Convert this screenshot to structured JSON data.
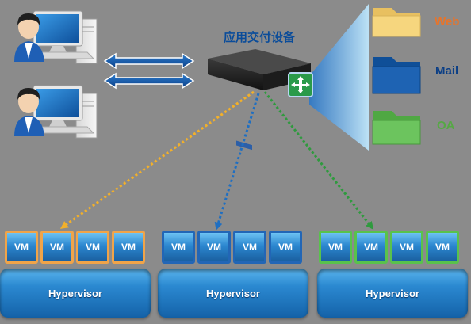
{
  "appliance": {
    "label": "应用交付设备",
    "icon": "network-cross-arrows-icon"
  },
  "services": [
    {
      "label": "Web",
      "color": "#e8742a",
      "folder_color": "#f4cf72"
    },
    {
      "label": "Mail",
      "color": "#0a3e86",
      "folder_color": "#1a5fae"
    },
    {
      "label": "OA",
      "color": "#56a845",
      "folder_color": "#6ac25a"
    }
  ],
  "clusters": [
    {
      "name": "cluster-orange",
      "hypervisor": "Hypervisor",
      "vms": [
        "VM",
        "VM",
        "VM",
        "VM"
      ],
      "border_color": "#f0a449",
      "link_color": "#f2b02a"
    },
    {
      "name": "cluster-blue",
      "hypervisor": "Hypervisor",
      "vms": [
        "VM",
        "VM",
        "VM",
        "VM"
      ],
      "border_color": "#2266b6",
      "link_color": "#1f6fc2"
    },
    {
      "name": "cluster-green",
      "hypervisor": "Hypervisor",
      "vms": [
        "VM",
        "VM",
        "VM",
        "VM"
      ],
      "border_color": "#59c24c",
      "link_color": "#2f9a3e"
    }
  ],
  "clients": [
    {
      "icon": "user-workstation-icon"
    },
    {
      "icon": "user-workstation-icon"
    }
  ]
}
